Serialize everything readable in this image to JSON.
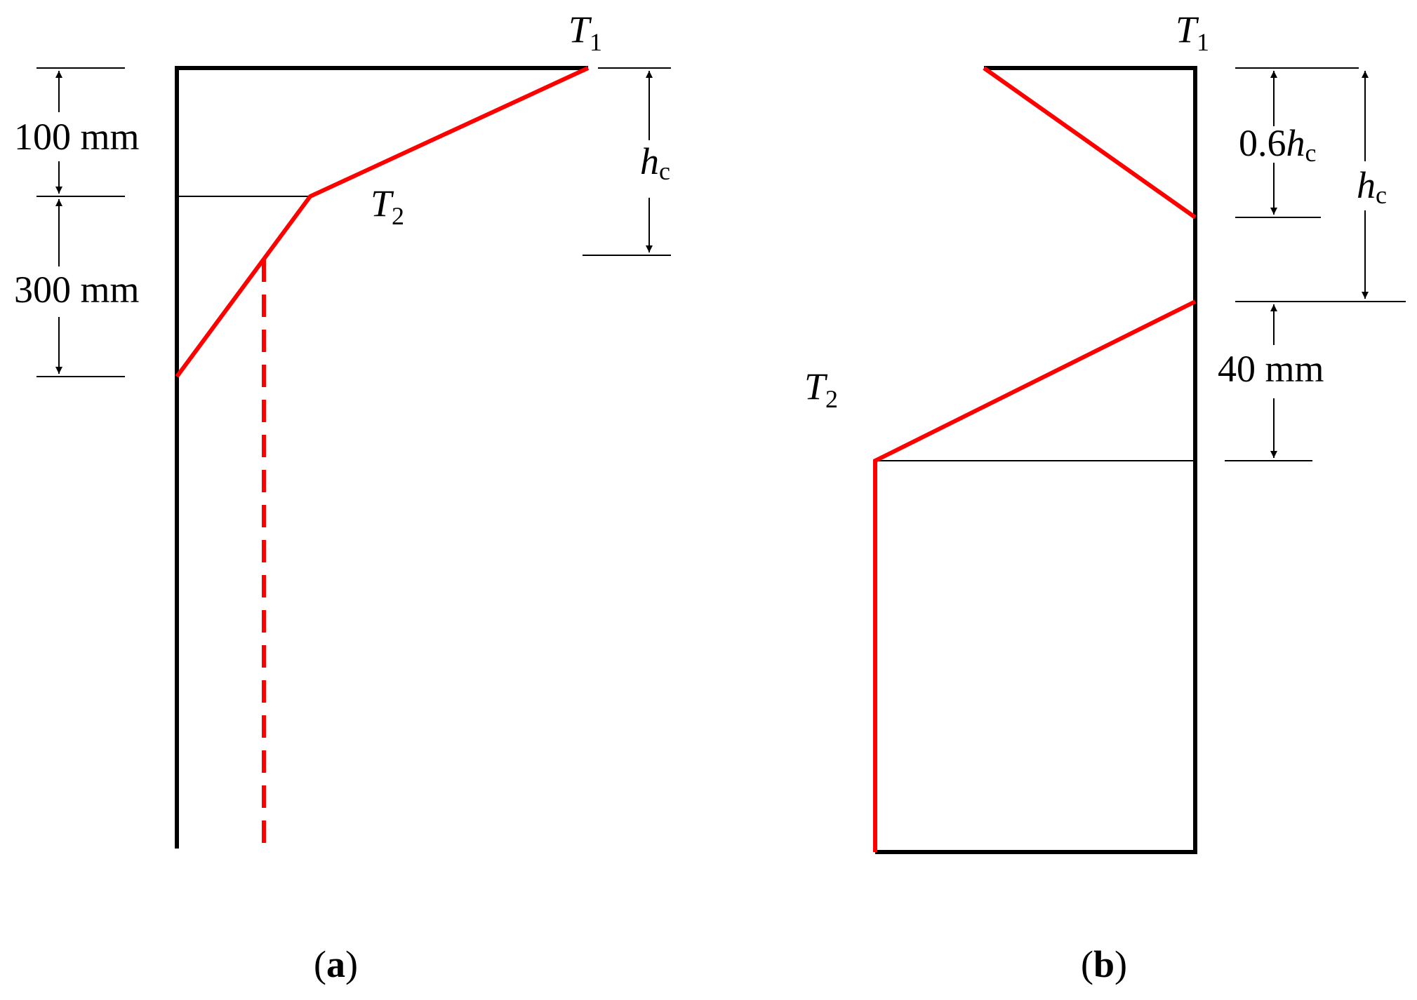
{
  "colors": {
    "outline": "#000000",
    "temperature_profile": "#ff0000",
    "background": "#ffffff"
  },
  "panel_a": {
    "t1": {
      "sym": "T",
      "sub": "1"
    },
    "t2": {
      "sym": "T",
      "sub": "2"
    },
    "dim_100": "100 mm",
    "dim_300": "300 mm",
    "hc": {
      "sym": "h",
      "sub": "c"
    },
    "caption": {
      "open": "(",
      "letter": "a",
      "close": ")"
    }
  },
  "panel_b": {
    "t1": {
      "sym": "T",
      "sub": "1"
    },
    "t2": {
      "sym": "T",
      "sub": "2"
    },
    "dim_06hc": {
      "coef": "0.6",
      "sym": "h",
      "sub": "c"
    },
    "hc": {
      "sym": "h",
      "sub": "c"
    },
    "dim_40": "40 mm",
    "caption": {
      "open": "(",
      "letter": "b",
      "close": ")"
    }
  }
}
